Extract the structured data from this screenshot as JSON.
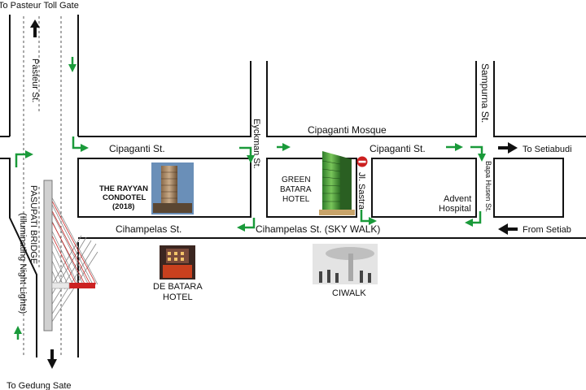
{
  "colors": {
    "road": "#111111",
    "green_arrow": "#1a9a3a",
    "black_arrow": "#111111",
    "no_entry": "#cc1f1f",
    "bridge_red": "#cc2222"
  },
  "labels": {
    "top_direction": "To Pasteur Toll Gate",
    "bottom_direction": "To Gedung Sate",
    "pasteur_st": "Pasteur St.",
    "pasupati_bridge": "PASUPATI BRIDGE",
    "pasupati_note": "(Illuminating Night Lights)",
    "cipaganti_st_left": "Cipaganti St.",
    "cipaganti_st_right": "Cipaganti St.",
    "cipaganti_mosque": "Cipaganti Mosque",
    "eyckman_st": "Eyckman St.",
    "jl_sastra": "Jl. Sastra",
    "sampurna_st": "Sampurna St.",
    "bapa_husen_st": "Bapa Husen St.",
    "to_setiabudi": "To Setiabudi",
    "from_setiabudi": "From Setiab",
    "cihampelas_st": "Cihampelas St.",
    "cihampelas_skywalk": "Cihampelas St. (SKY WALK)",
    "rayyan_line1": "THE RAYYAN",
    "rayyan_line2": "CONDOTEL",
    "rayyan_line3": "(2018)",
    "green_batara_line1": "GREEN",
    "green_batara_line2": "BATARA",
    "green_batara_line3": "HOTEL",
    "advent_line1": "Advent",
    "advent_line2": "Hospital",
    "de_batara_line1": "DE BATARA",
    "de_batara_line2": "HOTEL",
    "ciwalk": "CIWALK"
  },
  "icons": [
    "arrow-up-icon",
    "arrow-down-icon",
    "green-arrow-icon",
    "no-entry-icon",
    "black-arrow-right-icon",
    "black-arrow-left-icon",
    "building-icon"
  ]
}
